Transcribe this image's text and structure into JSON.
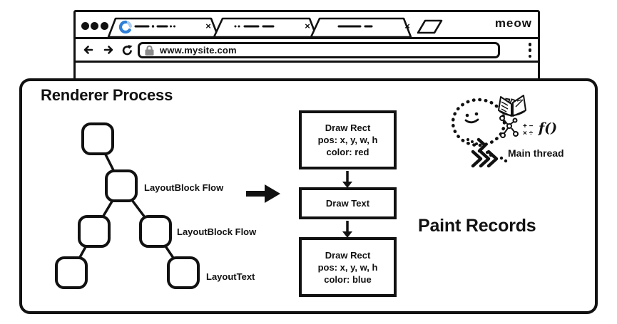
{
  "colors": {
    "ink": "#111111",
    "spinner_blue": "#2e7fd8",
    "spinner_light_blue": "#a9cdf4",
    "lock_gray": "#8a8a8a"
  },
  "browser": {
    "brand": "meow",
    "traffic_light_count": 3,
    "tabs": [
      {
        "close_label": "×",
        "loading": true,
        "title_scribble": "long-dash dot dash dot-dot"
      },
      {
        "close_label": "×",
        "loading": false,
        "title_scribble": "dot-dot dash dash"
      },
      {
        "close_label": "×",
        "loading": false,
        "title_scribble": "dash short-dash"
      }
    ],
    "new_tab_button": "new-tab",
    "address_bar": {
      "url": "www.mysite.com",
      "icons": [
        "back-arrow",
        "forward-arrow",
        "reload",
        "lock",
        "kebab-menu"
      ]
    }
  },
  "renderer": {
    "title": "Renderer Process",
    "layout_tree": {
      "node_count": 6,
      "labels": [
        "LayoutBlock Flow",
        "LayoutBlock Flow",
        "LayoutText"
      ]
    },
    "paint_records": {
      "caption": "Paint Records",
      "boxes": [
        {
          "lines": [
            "Draw Rect",
            "pos: x, y, w, h",
            "color: red"
          ]
        },
        {
          "lines": [
            "Draw Text"
          ]
        },
        {
          "lines": [
            "Draw Rect",
            "pos: x, y, w, h",
            "color: blue"
          ]
        }
      ]
    },
    "main_thread": {
      "label": "Main thread",
      "doodles": {
        "math_row1": "+ −",
        "math_row2": "× ÷",
        "function": "f()"
      }
    }
  }
}
